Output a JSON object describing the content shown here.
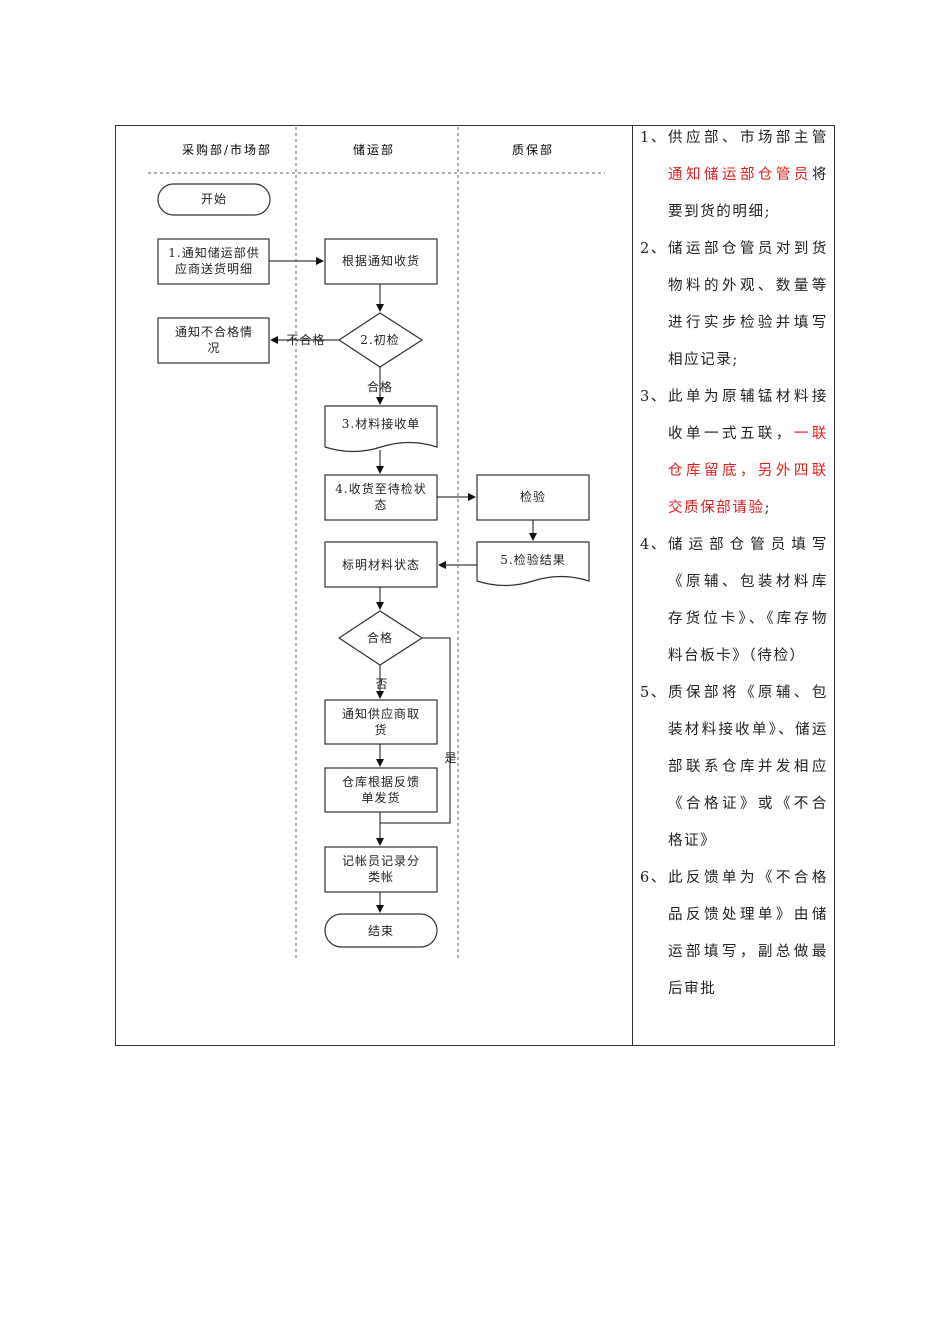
{
  "lanes": {
    "purchase": "采购部/市场部",
    "storage": "储运部",
    "quality": "质保部"
  },
  "flow": {
    "start": "开始",
    "notify_storage_1": "1.通知储运部供",
    "notify_storage_2": "应商送货明细",
    "receive": "根据通知收货",
    "notify_fail_1": "通知不合格情",
    "notify_fail_2": "况",
    "first_check": "2.初检",
    "fail_label": "不合格",
    "pass_label": "合格",
    "receipt_doc": "3.材料接收单",
    "pending_1": "4.收货至待检状",
    "pending_2": "态",
    "inspect": "检验",
    "result_doc": "5.检验结果",
    "mark_status": "标明材料状态",
    "qualified": "合格",
    "no_label": "否",
    "yes_label": "是",
    "notify_supplier_1": "通知供应商取",
    "notify_supplier_2": "货",
    "warehouse_ship_1": "仓库根据反馈",
    "warehouse_ship_2": "单发货",
    "bookkeeper_1": "记帐员记录分",
    "bookkeeper_2": "类帐",
    "end": "结束"
  },
  "notes": [
    {
      "num": "1、",
      "a": "供应部、市场部主管",
      "b": "通知储运部仓管员",
      "c": "将要到货的明细;"
    },
    {
      "num": "2、",
      "a": "储运部仓管员对到货物料的外观、数量等进行实步检验并填写相应记录;"
    },
    {
      "num": "3、",
      "a": "此单为原辅锰材料接收单一式五联，",
      "b": "一联仓库留底，另外四联交质保部请验",
      "c": ";"
    },
    {
      "num": "4、",
      "a": "储运部仓管员填写《原辅、包装材料库存货位卡》、《库存物料台板卡》（待检）"
    },
    {
      "num": "5、",
      "a": "质保部将《原辅、包装材料接收单》、储运部联系仓库并发相应《合格证》或《不合格证》"
    },
    {
      "num": "6、",
      "a": "此反馈单为《不合格品反馈处理单》由储运部填写，副总做最后审批"
    }
  ],
  "colors": {
    "red_text": "#e31c1c",
    "line": "#333333"
  }
}
